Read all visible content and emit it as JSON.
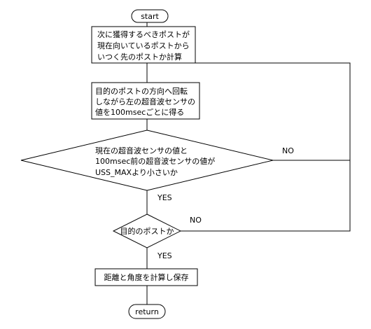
{
  "diagram": {
    "start": "start",
    "step1": {
      "lines": [
        "次に獲得するべきポストが",
        "現在向いているポストから",
        "いつく先のポストか計算"
      ]
    },
    "step2": {
      "lines": [
        "目的のポストの方向へ回転",
        "しながら左の超音波センサの",
        "値を100msecごとに得る"
      ]
    },
    "decision1": {
      "lines": [
        "現在の超音波センサの値と",
        "100msec前の超音波センサの値が",
        "USS_MAXより小さいか"
      ],
      "yes": "YES",
      "no": "NO"
    },
    "decision2": {
      "text": "目的のポストか",
      "yes": "YES",
      "no": "NO"
    },
    "step3": "距離と角度を計算し保存",
    "end": "return"
  }
}
